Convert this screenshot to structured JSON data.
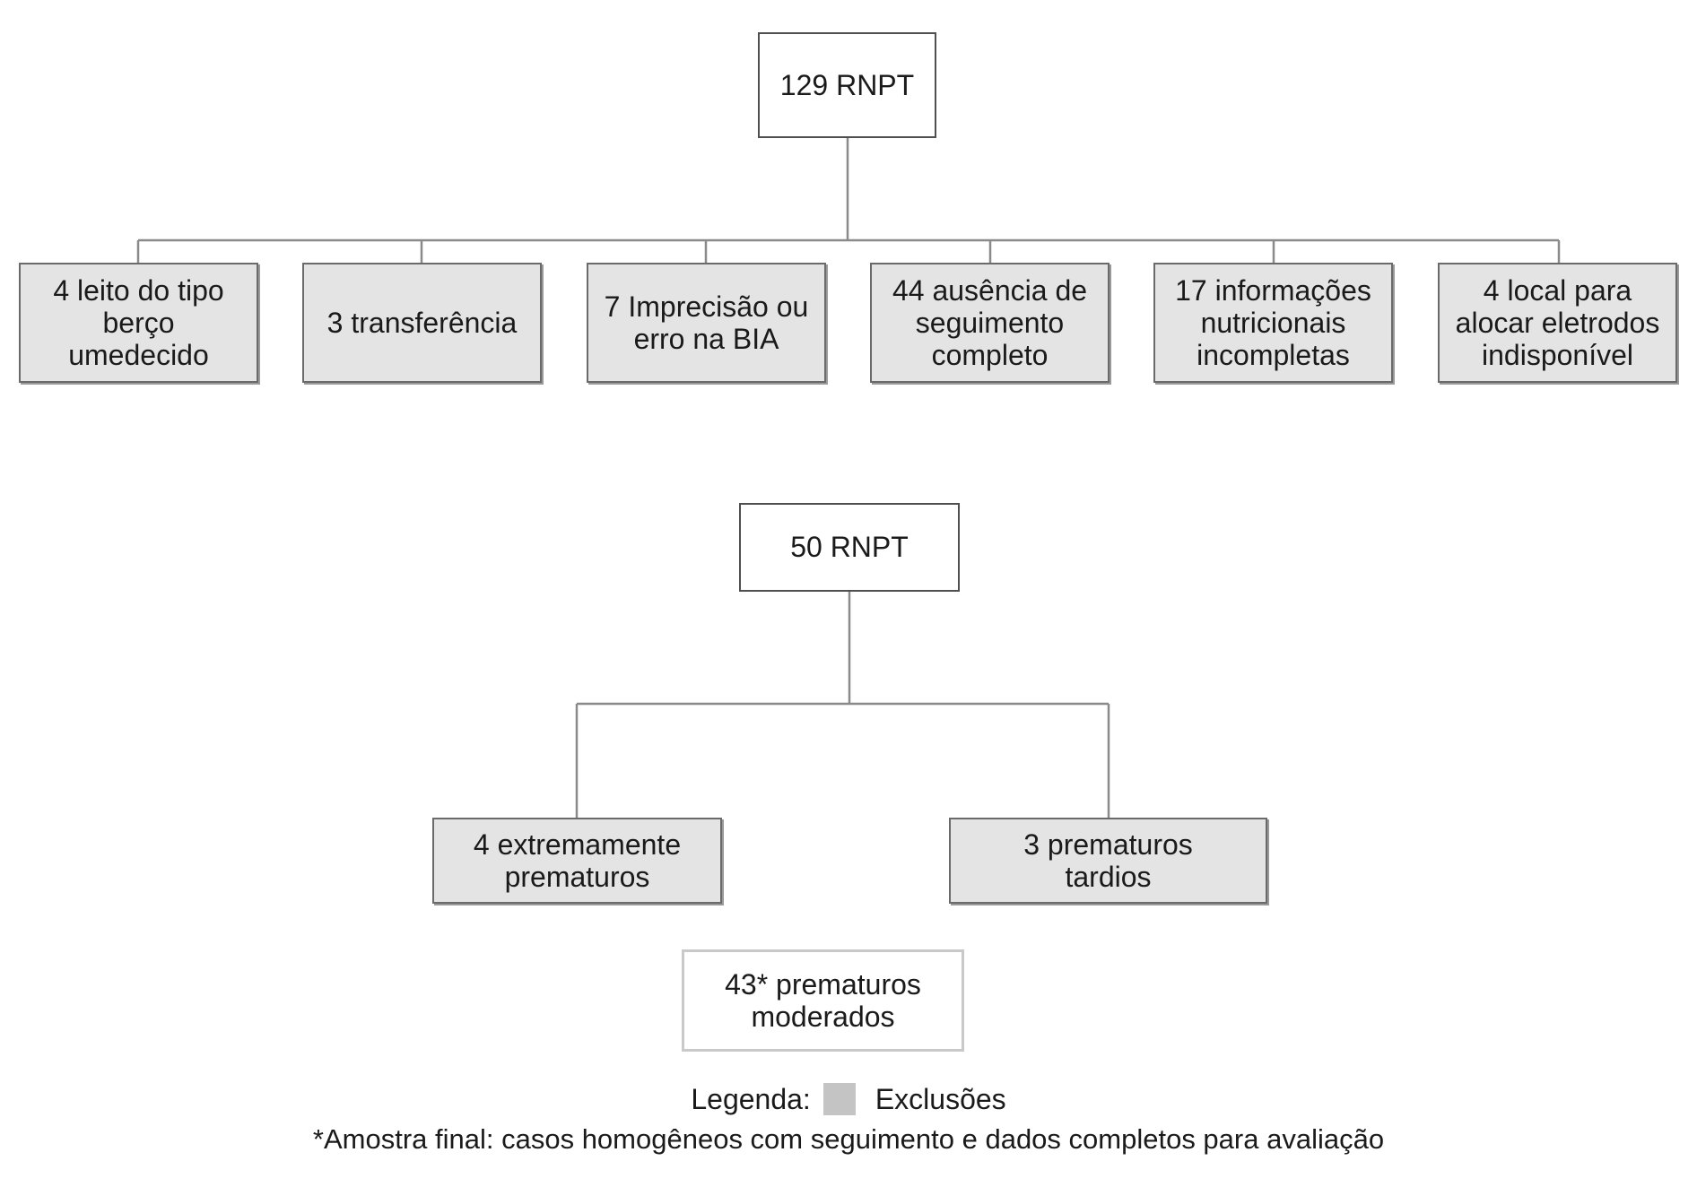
{
  "flowchart": {
    "top": {
      "total": "129 RNPT",
      "exclusions": [
        "4 leito do tipo\nberço\numedecido",
        "3 transferência",
        "7 Imprecisão ou\nerro na BIA",
        "44 ausência de\nseguimento\ncompleto",
        "17 informações\nnutricionais\nincompletas",
        "4 local para\nalocar eletrodos\nindisponível"
      ]
    },
    "bottom": {
      "total": "50 RNPT",
      "exclusions": [
        "4 extremamente\nprematuros",
        "3 prematuros\ntardios"
      ],
      "final": "43* prematuros\nmoderados"
    }
  },
  "legend": {
    "label": "Legenda:",
    "exclusion_label": "Exclusões",
    "exclusion_color": "#c4c4c4"
  },
  "footnote": "*Amostra final: casos homogêneos com seguimento e dados completos para avaliação"
}
